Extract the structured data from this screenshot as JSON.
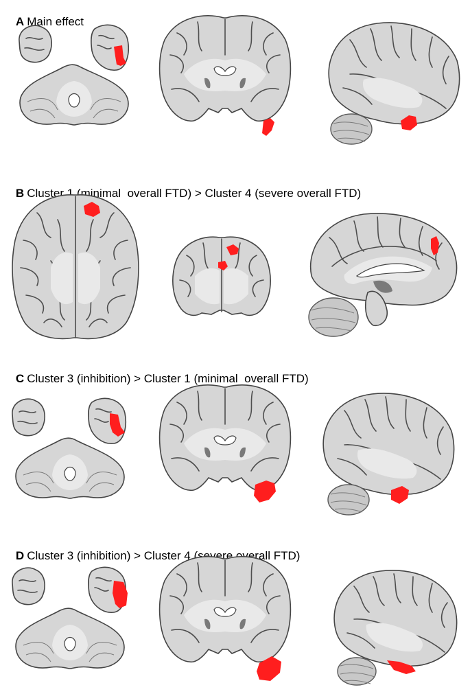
{
  "panels": [
    {
      "letter": "A",
      "title": "Main effect"
    },
    {
      "letter": "B",
      "title": "Cluster 1 (minimal  overall FTD) > Cluster 4 (severe overall FTD)"
    },
    {
      "letter": "C",
      "title": "Cluster 3 (inhibition) > Cluster 1 (minimal  overall FTD)"
    },
    {
      "letter": "D",
      "title": "Cluster 3 (inhibition) > Cluster 4 (severe overall FTD)"
    }
  ],
  "colors": {
    "activation": "#ff1e1e",
    "tissue": "#d6d6d6",
    "outline": "#454545"
  }
}
